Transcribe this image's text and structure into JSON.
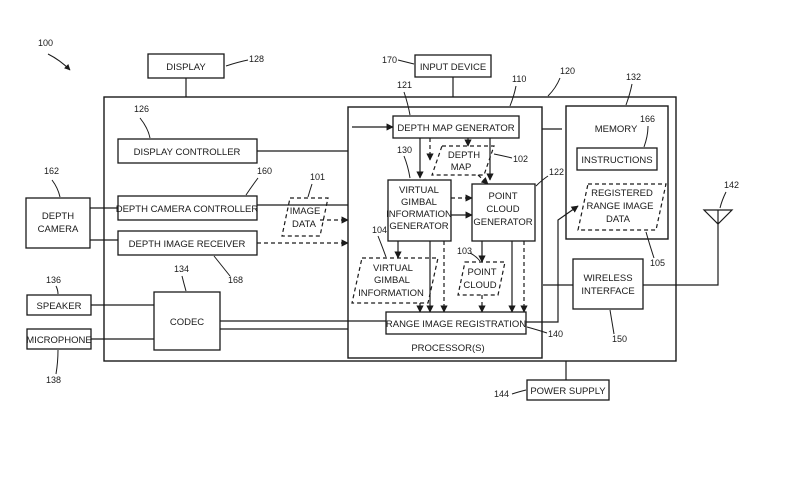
{
  "figure": {
    "ref_system": "100",
    "display": {
      "label": "DISPLAY",
      "ref": "128"
    },
    "input_device": {
      "label": "INPUT DEVICE",
      "ref": "170"
    },
    "display_controller": {
      "label": "DISPLAY CONTROLLER",
      "ref": "126"
    },
    "depth_camera": {
      "line1": "DEPTH",
      "line2": "CAMERA",
      "ref": "162"
    },
    "depth_camera_controller": {
      "label": "DEPTH CAMERA CONTROLLER",
      "ref": "160"
    },
    "depth_image_receiver": {
      "label": "DEPTH IMAGE RECEIVER",
      "ref": "168"
    },
    "image_data": {
      "line1": "IMAGE",
      "line2": "DATA",
      "ref": "101"
    },
    "speaker": {
      "label": "SPEAKER",
      "ref": "136"
    },
    "microphone": {
      "label": "MICROPHONE",
      "ref": "138"
    },
    "codec": {
      "label": "CODEC",
      "ref": "134"
    },
    "device_frame_ref": "120",
    "processors": {
      "label": "PROCESSOR(S)",
      "ref": "110"
    },
    "depth_map_generator": {
      "label": "DEPTH MAP GENERATOR",
      "ref": "121"
    },
    "depth_map": {
      "line1": "DEPTH",
      "line2": "MAP",
      "ref": "102"
    },
    "virtual_gimbal_generator": {
      "line1": "VIRTUAL",
      "line2": "GIMBAL",
      "line3": "INFORMATION",
      "line4": "GENERATOR",
      "ref": "130"
    },
    "point_cloud_generator": {
      "line1": "POINT",
      "line2": "CLOUD",
      "line3": "GENERATOR",
      "ref": "122"
    },
    "virtual_gimbal_information": {
      "line1": "VIRTUAL",
      "line2": "GIMBAL",
      "line3": "INFORMATION",
      "ref": "104"
    },
    "point_cloud": {
      "line1": "POINT",
      "line2": "CLOUD",
      "ref": "103"
    },
    "range_image_registration": {
      "label": "RANGE IMAGE REGISTRATION",
      "ref": "140"
    },
    "memory": {
      "label": "MEMORY",
      "ref": "132"
    },
    "instructions": {
      "label": "INSTRUCTIONS",
      "ref": "166"
    },
    "registered_range_image_data": {
      "line1": "REGISTERED",
      "line2": "RANGE IMAGE",
      "line3": "DATA",
      "ref": "105"
    },
    "wireless_interface": {
      "line1": "WIRELESS",
      "line2": "INTERFACE",
      "ref": "150"
    },
    "antenna_ref": "142",
    "power_supply": {
      "label": "POWER SUPPLY",
      "ref": "144"
    }
  }
}
